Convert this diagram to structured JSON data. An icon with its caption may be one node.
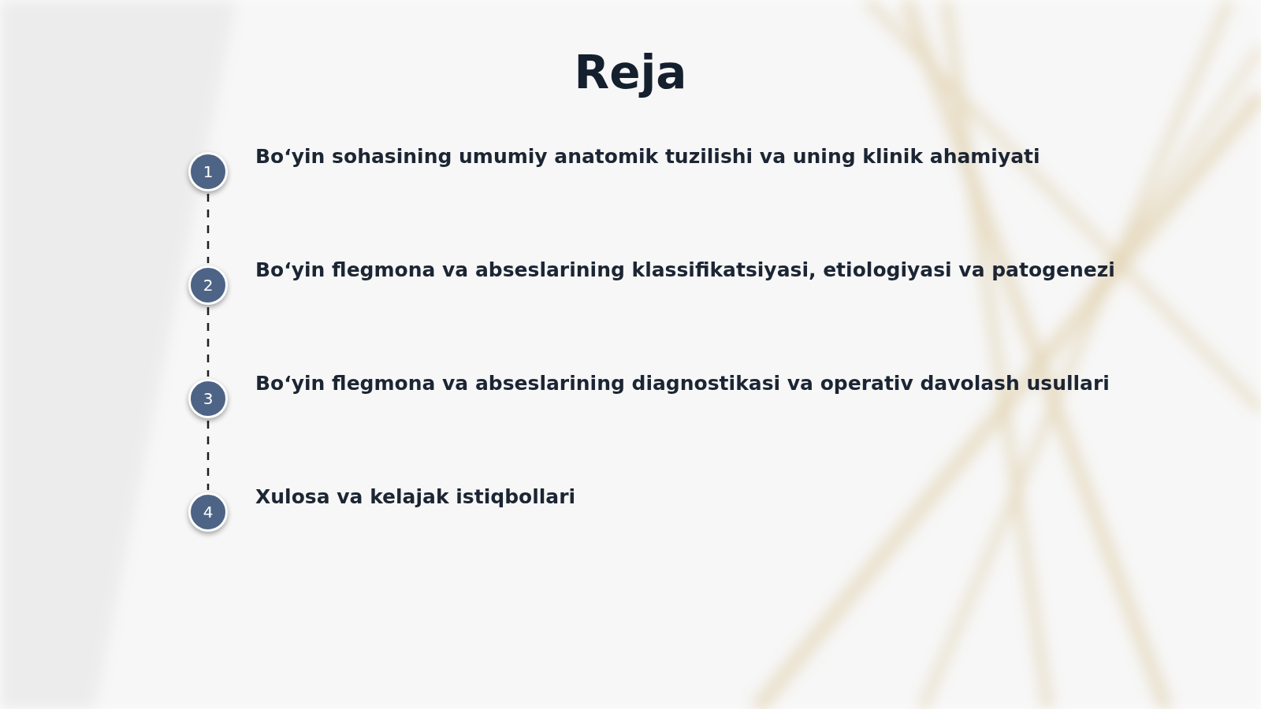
{
  "diagram": {
    "title": "Reja",
    "nodes": [
      {
        "text": [
          "1"
        ],
        "beside": [
          "Bo‘yin sohasining umumiy anatomik tuzilishi va uning klinik ahamiyati"
        ]
      },
      {
        "text": [
          "2"
        ],
        "beside": [
          "Bo‘yin flegmona va abseslarining klassifikatsiyasi, etiologiyasi va patogenezi"
        ]
      },
      {
        "text": [
          "3"
        ],
        "beside": [
          "Bo‘yin flegmona va abseslarining diagnostikasi va operativ davolash usullari"
        ]
      },
      {
        "text": [
          "4"
        ],
        "beside": [
          "Xulosa va kelajak istiqbollari"
        ]
      }
    ],
    "edges": [
      {
        "from": 0,
        "to": 1,
        "arrow": "none",
        "style": "dashed"
      },
      {
        "from": 1,
        "to": 2,
        "arrow": "none",
        "style": "dashed"
      },
      {
        "from": 2,
        "to": 3,
        "arrow": "none",
        "style": "dashed"
      }
    ]
  }
}
